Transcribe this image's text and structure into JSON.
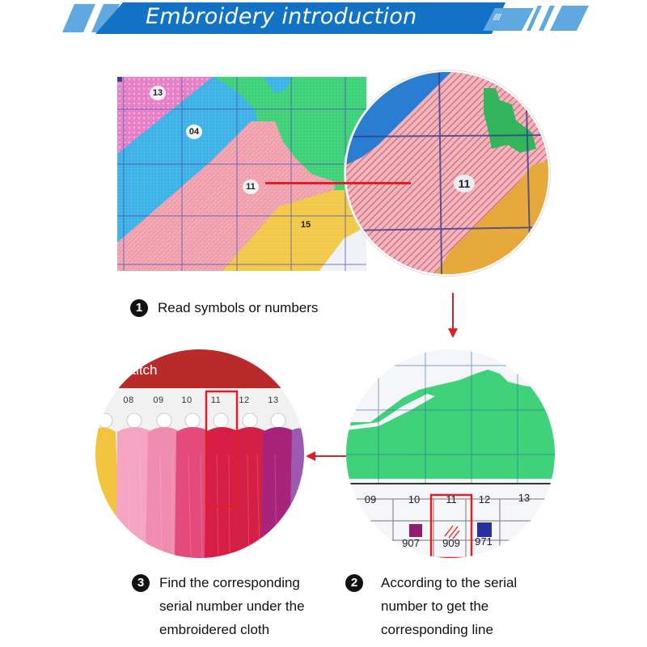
{
  "header": {
    "title": "Embroidery introduction",
    "marks": "////",
    "colors": {
      "primary": "#1273C6",
      "secondary": "#5FA8E0"
    }
  },
  "pattern_image": {
    "regions": [
      {
        "label": "13",
        "color": "#E77FC7"
      },
      {
        "label": "04",
        "color": "#3FB2E8"
      },
      {
        "label": "11",
        "color": "#F2A7B3"
      },
      {
        "label": "15",
        "color": "#F3C94A"
      }
    ],
    "grid_color": "#4E4FAE",
    "green_region_color": "#3FD27A"
  },
  "zoom_circle": {
    "label": "11",
    "colors": {
      "pink": "#E68A95",
      "blue": "#2B7DD1",
      "green": "#33B55C",
      "orange": "#E8A93C"
    }
  },
  "arrows": {
    "color": "#E01E26"
  },
  "steps": [
    {
      "number": "1",
      "text": "Read symbols or  numbers"
    },
    {
      "number": "2",
      "text": "According to the serial\nnumber to get the\ncorresponding line"
    },
    {
      "number": "3",
      "text": "Find the corresponding\nserial number under the\n embroidered cloth"
    }
  ],
  "thread_card": {
    "title": "Stitch",
    "title_prefix": "s",
    "labels": [
      "08",
      "09",
      "10",
      "11",
      "12",
      "13"
    ],
    "highlight": "11",
    "thread_colors": [
      "#F2C33C",
      "#F5A4C1",
      "#F08CB0",
      "#E54A7C",
      "#D81E45",
      "#D41F46",
      "#A8237A",
      "#9C5BB0"
    ]
  },
  "chart_legend": {
    "numbers": [
      "09",
      "10",
      "11",
      "12",
      "13"
    ],
    "codes": [
      "907",
      "909",
      "971"
    ],
    "highlight": "11",
    "symbol_colors": [
      "#C9C2E8",
      "#8E1E6E",
      "#E04040",
      "#2A2FA0",
      "#E23C6B"
    ]
  }
}
